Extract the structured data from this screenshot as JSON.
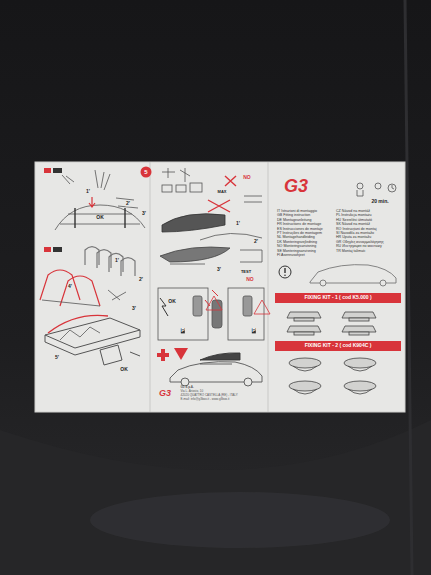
{
  "diagram": {
    "nodes": [
      {
        "text": [
          "FIXING KIT - 1 ( cod K5.000 )"
        ]
      },
      {
        "text": [
          "FIXING KIT - 2 ( cod K904C )"
        ]
      }
    ],
    "labels": [
      "5",
      "1'",
      "2'",
      "3'",
      "OK",
      "1'",
      "2'",
      "4'",
      "3'",
      "5'",
      "OK",
      "MAX",
      "NO",
      "1'",
      "2'",
      "3'",
      "TEST",
      "OK",
      "P",
      "NO",
      "P",
      "G3",
      "G3 S.p.A.",
      "Via L. Ariosto, 10",
      "42020 QUATTRO CASTELLA (RE) - ITALY",
      "E-mail: info@g3box.it - www.g3box.it",
      "G3",
      "20 min.",
      "IT Istruzioni di montaggio",
      "GB Fitting instruction",
      "DE Montageanleitung",
      "FR Instructions de montage",
      "ES Instrucciones de montaje",
      "PT Instruções de montagem",
      "NL Montagehandleiding",
      "DK Monteringsvejledning",
      "NO Monteringsanvisning",
      "SE Monteringsanvisning",
      "FI Asennusohjeet",
      "CZ Návod na montáž",
      "PL Instrukcja montażu",
      "HU Szerelési útmutató",
      "SK Návod na montáž",
      "RO Instrucțiuni de montaj",
      "SI Navodila za montažo",
      "HR Uputa za montažu",
      "GR Οδηγίες συναρμολόγησης",
      "RU Инструкция по монтажу",
      "TR Montaj talimatı"
    ]
  }
}
